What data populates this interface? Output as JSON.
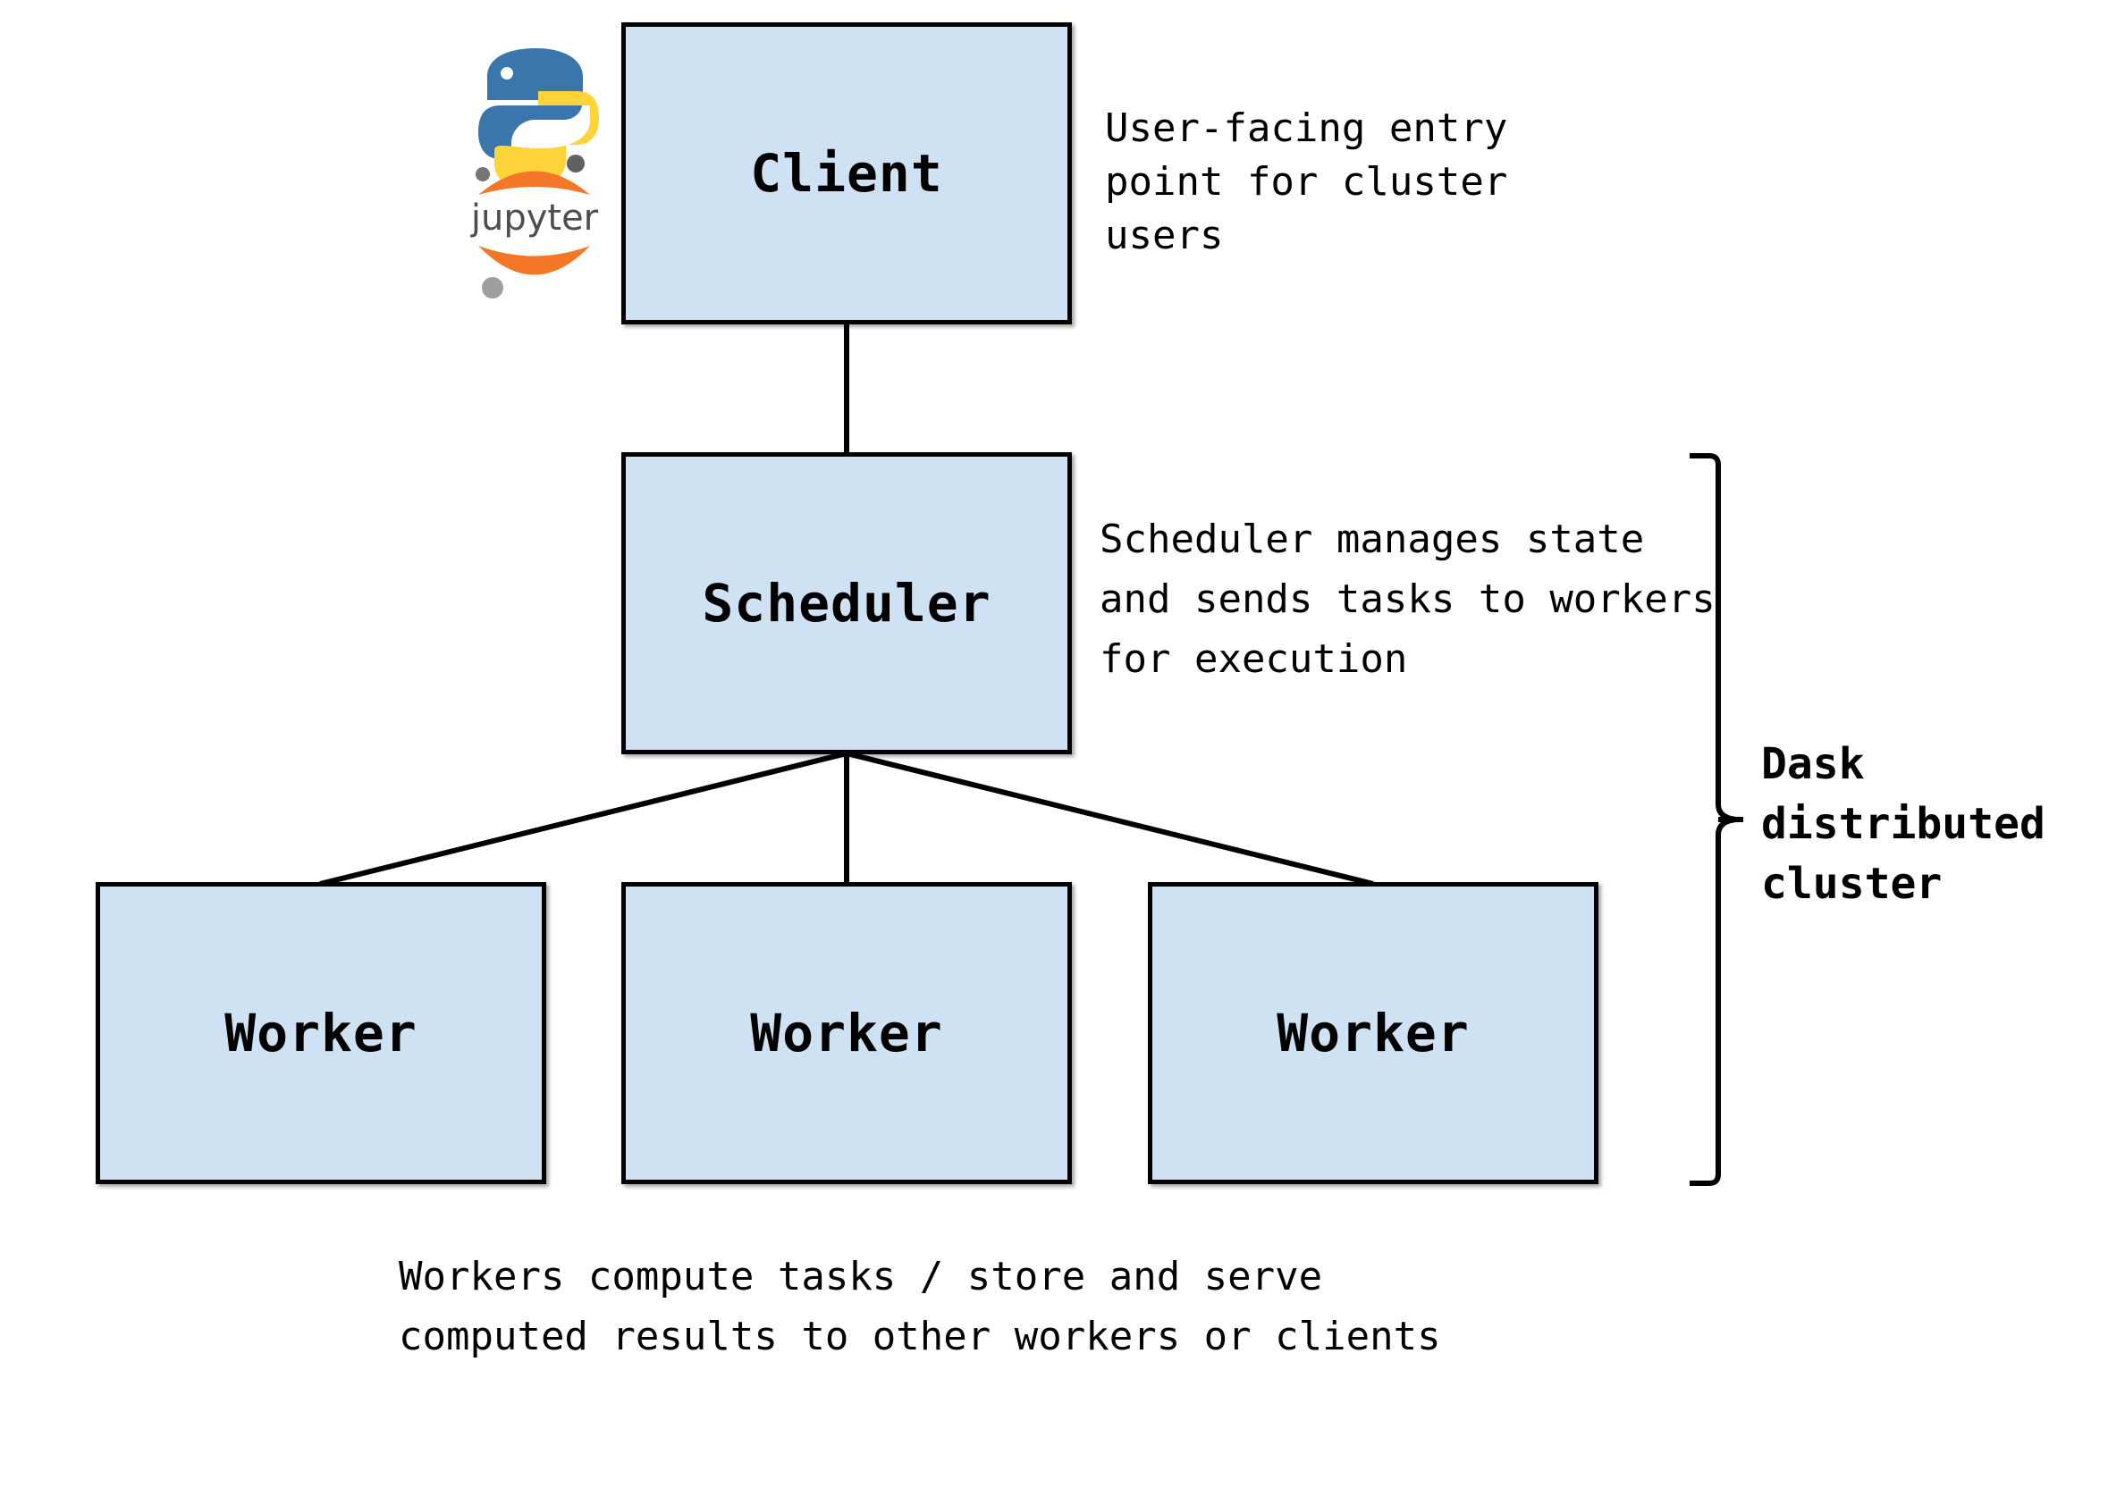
{
  "client": {
    "label": "Client"
  },
  "scheduler": {
    "label": "Scheduler"
  },
  "workers": [
    {
      "label": "Worker"
    },
    {
      "label": "Worker"
    },
    {
      "label": "Worker"
    }
  ],
  "notes": {
    "client": [
      "User-facing entry",
      "point for cluster",
      "users"
    ],
    "scheduler": [
      "Scheduler manages state",
      "and sends tasks to workers",
      "for execution"
    ],
    "workers": [
      "Workers compute tasks / store and serve",
      "computed results to other workers or clients"
    ],
    "cluster": [
      "Dask",
      "distributed",
      "cluster"
    ]
  },
  "logos": {
    "python": "python-logo",
    "jupyter": "jupyter"
  },
  "colors": {
    "box_fill": "#cfe2f3",
    "python_blue": "#3a76ab",
    "python_yellow": "#ffd43b",
    "jupyter_orange": "#f37726"
  }
}
